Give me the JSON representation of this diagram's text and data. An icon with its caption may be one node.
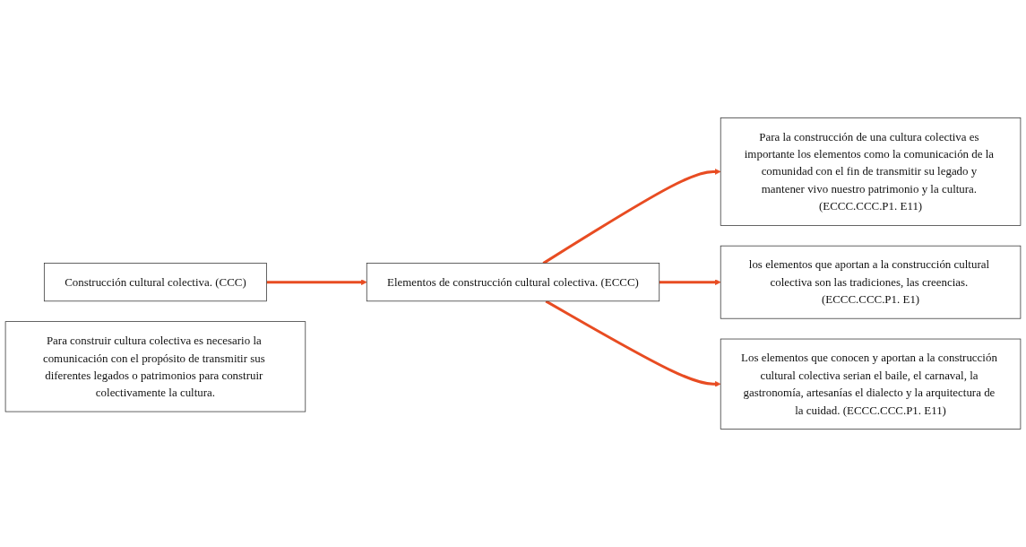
{
  "diagram": {
    "nodes": [
      {
        "text": [
          "Construcción cultural colectiva. (CCC)"
        ]
      },
      {
        "text": [
          "Elementos de construcción cultural colectiva. (ECCC)"
        ]
      },
      {
        "text": [
          "Para la construcción de una cultura colectiva es importante los elementos como la comunicación de la comunidad con el fin de transmitir su legado y mantener vivo nuestro patrimonio y la cultura. (ECCC.CCC.P1. E11)"
        ]
      },
      {
        "text": [
          "los elementos que aportan a la construcción cultural colectiva son las tradiciones, las creencias. (ECCC.CCC.P1. E1)"
        ]
      },
      {
        "text": [
          "Los elementos que conocen y aportan a la construcción cultural colectiva serian el baile, el carnaval, la gastronomía, artesanías el dialecto y la arquitectura de la cuidad. (ECCC.CCC.P1. E11)"
        ]
      },
      {
        "text": [
          "Para construir cultura colectiva es necesario la comunicación con el propósito de transmitir sus diferentes legados o patrimonios para construir colectivamente la cultura."
        ]
      }
    ],
    "edges": [
      {
        "from": 0,
        "to": 1,
        "arrow": "to",
        "color": "#e84c22"
      },
      {
        "from": 1,
        "to": 2,
        "arrow": "to",
        "color": "#e84c22"
      },
      {
        "from": 1,
        "to": 3,
        "arrow": "to",
        "color": "#e84c22"
      },
      {
        "from": 1,
        "to": 4,
        "arrow": "to",
        "color": "#e84c22"
      }
    ]
  }
}
